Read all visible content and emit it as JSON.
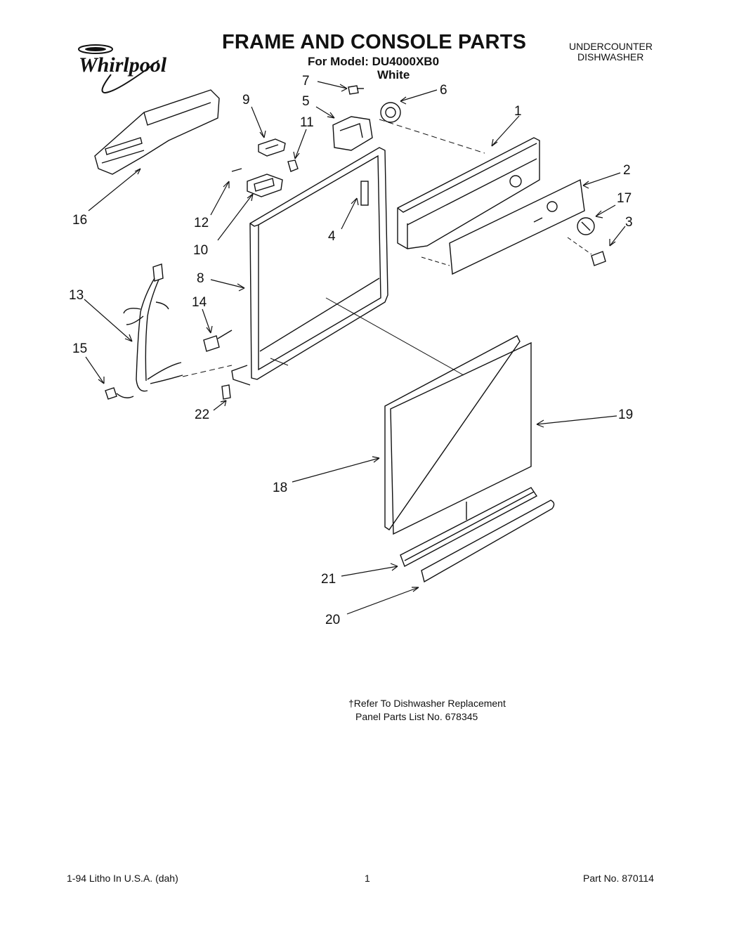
{
  "header": {
    "title": "FRAME AND CONSOLE PARTS",
    "model": "For Model: DU4000XB0",
    "color": "White",
    "type_line1": "UNDERCOUNTER",
    "type_line2": "DISHWASHER",
    "brand": "Whirlpool"
  },
  "diagram": {
    "callouts": [
      "1",
      "2",
      "3",
      "4",
      "5",
      "6",
      "7",
      "8",
      "9",
      "10",
      "11",
      "12",
      "13",
      "14",
      "15",
      "16",
      "17",
      "18",
      "19",
      "20",
      "21",
      "22"
    ]
  },
  "note": {
    "line1": "†Refer To Dishwasher    Replacement",
    "line2": "Panel Parts List No. 678345"
  },
  "footer": {
    "left": "1-94 Litho In U.S.A. (dah)",
    "center": "1",
    "right": "Part No. 870114"
  },
  "colors": {
    "ink": "#111111",
    "paper": "#ffffff"
  }
}
